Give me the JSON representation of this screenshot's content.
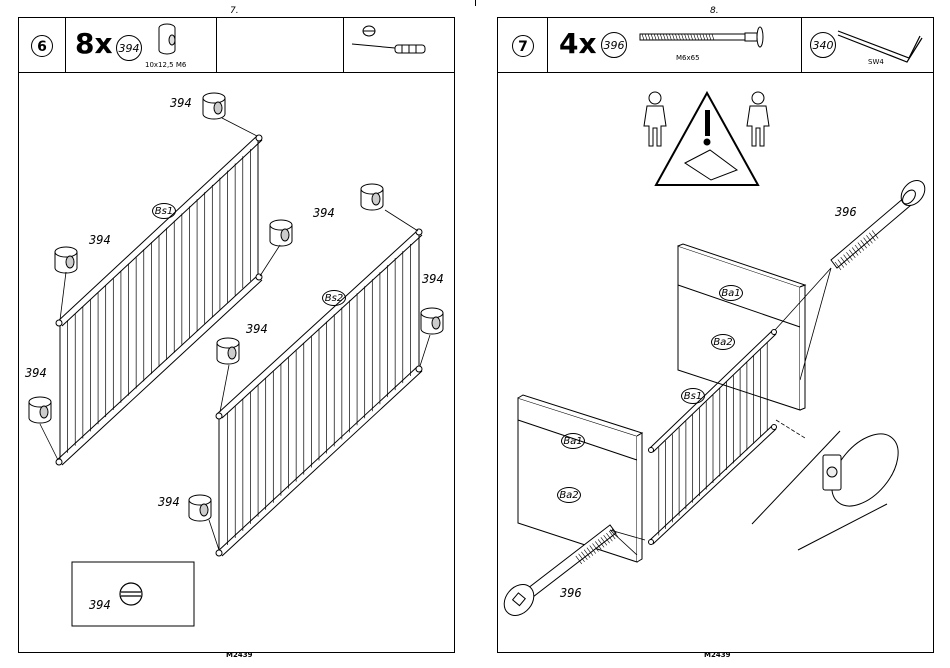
{
  "left": {
    "page_number": "7.",
    "step": "6",
    "quantity": "8x",
    "part_code": "394",
    "part_spec": "10x12,5  M6",
    "callouts": [
      "394",
      "394",
      "394",
      "394",
      "394",
      "394",
      "394",
      "394"
    ],
    "panel_labels": [
      "Bs1",
      "Bs2"
    ],
    "detail_label": "394",
    "footer": "M2439"
  },
  "right": {
    "page_number": "8.",
    "step": "7",
    "quantity": "4x",
    "part_code": "396",
    "part_spec": "M6x65",
    "tool_code": "340",
    "tool_spec": "SW4",
    "callouts": [
      "396",
      "396"
    ],
    "panel_labels": [
      "Ba1",
      "Ba2",
      "Ba1",
      "Ba2",
      "Bs1"
    ],
    "footer": "M2439"
  }
}
